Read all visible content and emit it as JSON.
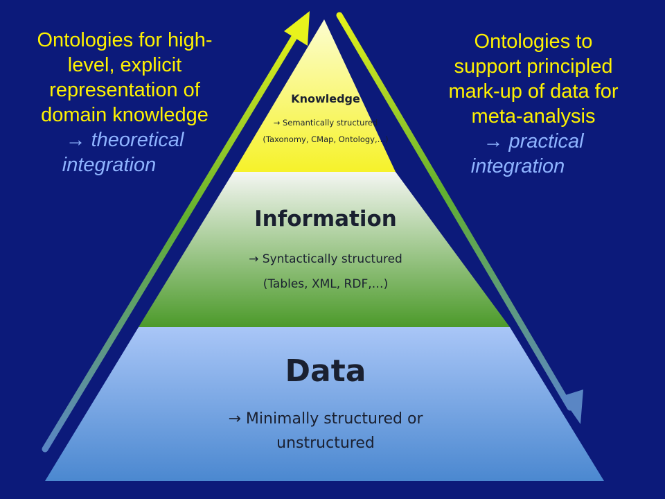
{
  "left_note": {
    "lines": [
      "Ontologies for high-",
      "level, explicit",
      "representation of",
      "domain knowledge"
    ],
    "emphasis": [
      "→ theoretical",
      "integration"
    ]
  },
  "right_note": {
    "lines": [
      "Ontologies to",
      "support principled",
      "mark-up of data for",
      "meta-analysis"
    ],
    "emphasis": [
      "→ practical",
      "integration"
    ]
  },
  "pyramid": {
    "knowledge": {
      "title": "Knowledge",
      "line1": "→ Semantically structured",
      "line2": "(Taxonomy, CMap, Ontology,…)"
    },
    "information": {
      "title": "Information",
      "line1": "→ Syntactically structured",
      "line2": "(Tables, XML, RDF,…)"
    },
    "data": {
      "title": "Data",
      "line1": "→ Minimally structured or",
      "line2": "unstructured"
    }
  },
  "colors": {
    "background": "#0c1a7a",
    "note_text": "#fff200",
    "note_emphasis": "#8fb4ff",
    "knowledge_top": "#fcfdd0",
    "knowledge_bottom": "#f6f22a",
    "information_top": "#f4f6f2",
    "information_bottom": "#4c9a2a",
    "data_top": "#a9c6f7",
    "data_bottom": "#4b88d0"
  }
}
